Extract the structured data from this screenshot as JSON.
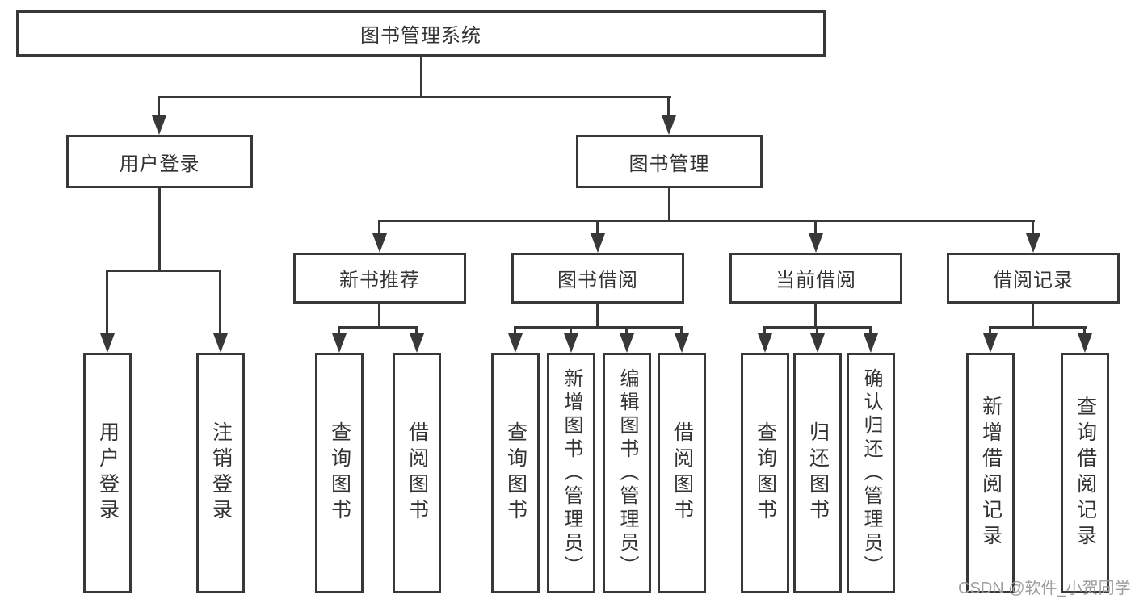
{
  "diagram": {
    "root": "图书管理系统",
    "user_login": {
      "label": "用户登录",
      "children": [
        "用户登录",
        "注销登录"
      ]
    },
    "book_mgmt": {
      "label": "图书管理",
      "groups": {
        "new_book_rec": {
          "label": "新书推荐",
          "children": [
            "查询图书",
            "借阅图书"
          ]
        },
        "book_borrow": {
          "label": "图书借阅",
          "children": [
            "查询图书",
            "新增图书（管理员）",
            "编辑图书（管理员）",
            "借阅图书"
          ]
        },
        "current_borrow": {
          "label": "当前借阅",
          "children": [
            "查询图书",
            "归还图书",
            "确认归还（管理员）"
          ]
        },
        "borrow_records": {
          "label": "借阅记录",
          "children": [
            "新增借阅记录",
            "查询借阅记录"
          ]
        }
      }
    }
  },
  "watermark": "CSDN @软件_小贺同学",
  "colors": {
    "line": "#383838",
    "text": "#333333",
    "watermark": "#9e9e9e",
    "background": "#ffffff"
  }
}
